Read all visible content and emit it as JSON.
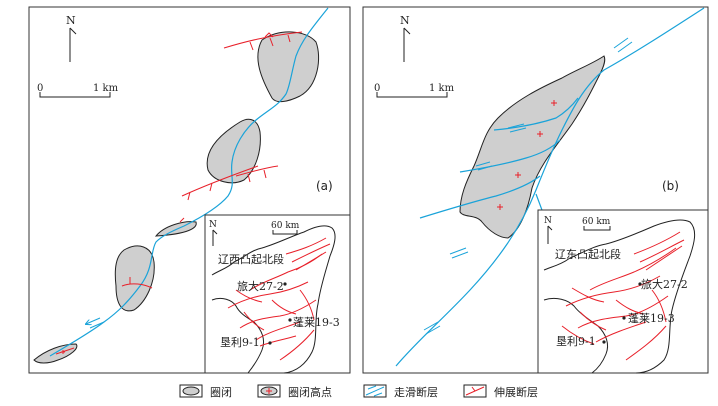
{
  "panels": {
    "a": {
      "label": "(a)",
      "north": "N",
      "scale_zero": "0",
      "scale_km": "1 km"
    },
    "b": {
      "label": "(b)",
      "north": "N",
      "scale_zero": "0",
      "scale_km": "1 km"
    }
  },
  "insets": {
    "a": {
      "north": "N",
      "scale": "60 km",
      "region": "辽西凸起北段",
      "sites": [
        "旅大27-2",
        "蓬莱19-3",
        "垦利9-1"
      ]
    },
    "b": {
      "north": "N",
      "scale": "60 km",
      "region": "辽东凸起北段",
      "sites": [
        "旅大27-2",
        "蓬莱19-3",
        "垦利9-1"
      ]
    }
  },
  "legend": [
    {
      "id": "closure",
      "label": "圈闭",
      "icon": "closure-icon"
    },
    {
      "id": "closure-high",
      "label": "圈闭高点",
      "icon": "closure-high-icon"
    },
    {
      "id": "strike-slip",
      "label": "走滑断层",
      "icon": "strike-slip-fault-icon"
    },
    {
      "id": "extension",
      "label": "伸展断层",
      "icon": "extensional-fault-icon"
    }
  ],
  "colors": {
    "closure_fill": "#cfcfcf",
    "strike_slip": "#1aa3d9",
    "extension": "#e8202a",
    "frame": "#333333"
  }
}
